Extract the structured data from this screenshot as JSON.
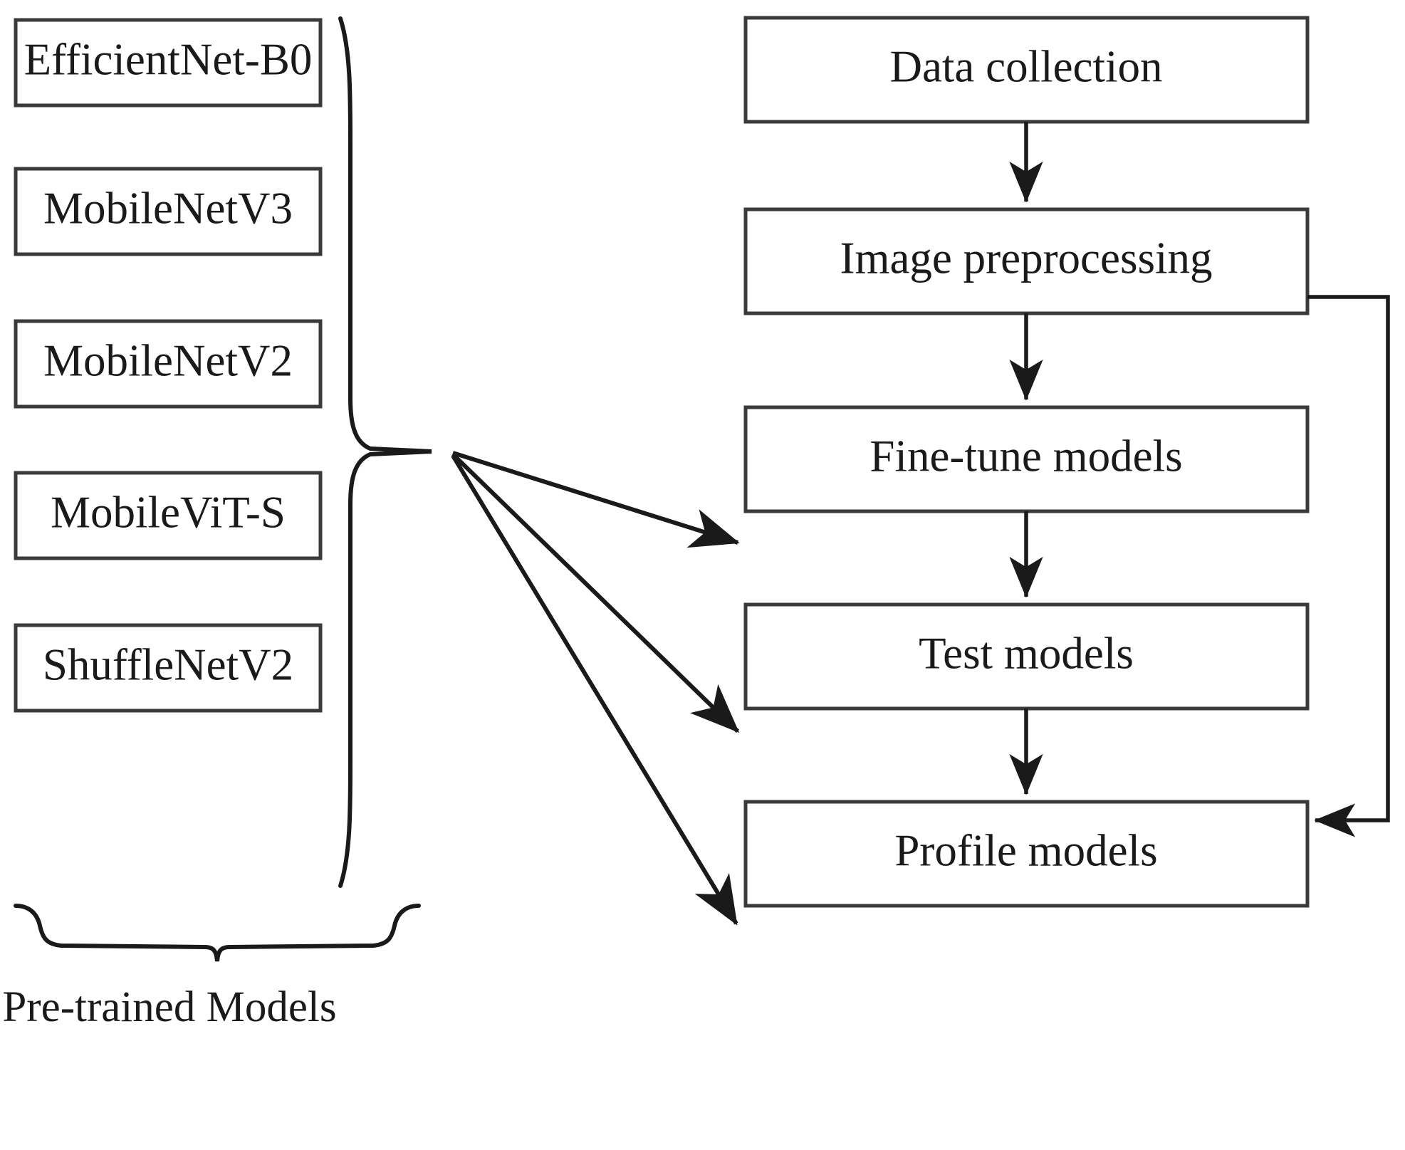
{
  "diagram": {
    "type": "flowchart",
    "title": "",
    "colors": {
      "background": "#ffffff",
      "box_border": "#3a3a3a",
      "connector": "#1a1a1a",
      "text": "#1a1a1a"
    },
    "left_group": {
      "caption": "Pre-trained Models",
      "brace_orientation": "right-facing-and-bottom",
      "items": [
        {
          "label": "EfficientNet-B0"
        },
        {
          "label": "MobileNetV3"
        },
        {
          "label": "MobileNetV2"
        },
        {
          "label": "MobileViT-S"
        },
        {
          "label": "ShuffleNetV2"
        }
      ]
    },
    "pipeline": {
      "steps": [
        {
          "label": "Data collection"
        },
        {
          "label": "Image preprocessing"
        },
        {
          "label": "Fine-tune models"
        },
        {
          "label": "Test models"
        },
        {
          "label": "Profile models"
        }
      ]
    },
    "connections": [
      {
        "from": "Data collection",
        "to": "Image preprocessing",
        "style": "straight-down-arrow"
      },
      {
        "from": "Image preprocessing",
        "to": "Fine-tune models",
        "style": "straight-down-arrow"
      },
      {
        "from": "Fine-tune models",
        "to": "Test models",
        "style": "straight-down-arrow"
      },
      {
        "from": "Test models",
        "to": "Profile models",
        "style": "straight-down-arrow"
      },
      {
        "from": "Image preprocessing",
        "to": "Test models",
        "style": "right-side-bypass-loop-arrow"
      },
      {
        "from": "Pre-trained Models",
        "to": "Fine-tune models",
        "style": "fan-out-arrow"
      },
      {
        "from": "Pre-trained Models",
        "to": "Test models",
        "style": "fan-out-arrow"
      },
      {
        "from": "Pre-trained Models",
        "to": "Profile models",
        "style": "fan-out-arrow"
      }
    ]
  }
}
